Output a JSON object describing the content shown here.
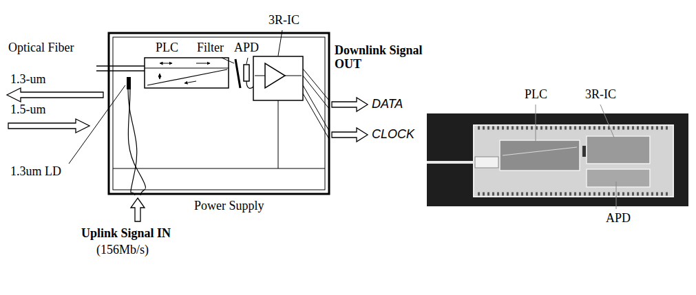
{
  "diagram": {
    "labels": [
      "3R-IC",
      "Optical Fiber",
      "PLC",
      "Filter",
      "APD",
      "Downlink Signal OUT",
      "1.3-um",
      "DATA",
      "1.5-um",
      "CLOCK",
      "1.3um LD",
      "Power Supply",
      "Uplink Signal IN",
      "(156Mb/s)",
      "PLC",
      "3R-IC",
      "APD"
    ]
  }
}
